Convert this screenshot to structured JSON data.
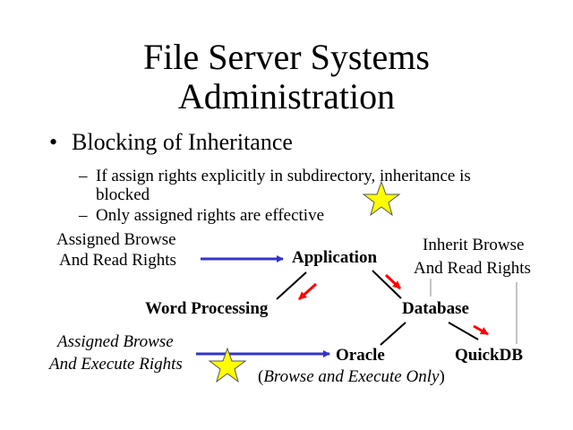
{
  "slide": {
    "title_line1": "File Server Systems",
    "title_line2": "Administration",
    "bullet": "Blocking of Inheritance",
    "sub1_line1": "If assign rights explicitly in subdirectory, inheritance is",
    "sub1_line2": "blocked",
    "sub2": "Only assigned rights are effective",
    "dash": "–",
    "bullet_mark": "•"
  },
  "diagram": {
    "assigned_read_line1": "Assigned Browse",
    "assigned_read_line2": "And Read Rights",
    "inherit_line1": "Inherit Browse",
    "inherit_line2": "And Read Rights",
    "assigned_exec_line1": "Assigned Browse",
    "assigned_exec_line2": "And Execute Rights",
    "nodes": {
      "application": "Application",
      "word_processing": "Word Processing",
      "database": "Database",
      "oracle": "Oracle",
      "quickdb": "QuickDB"
    },
    "oracle_note_open": "(",
    "oracle_note": "Browse and Execute Only",
    "oracle_note_close": ")",
    "colors": {
      "blue_arrow": "#3333cc",
      "red_arrow": "#ff0000",
      "star": "#ffff00"
    }
  }
}
